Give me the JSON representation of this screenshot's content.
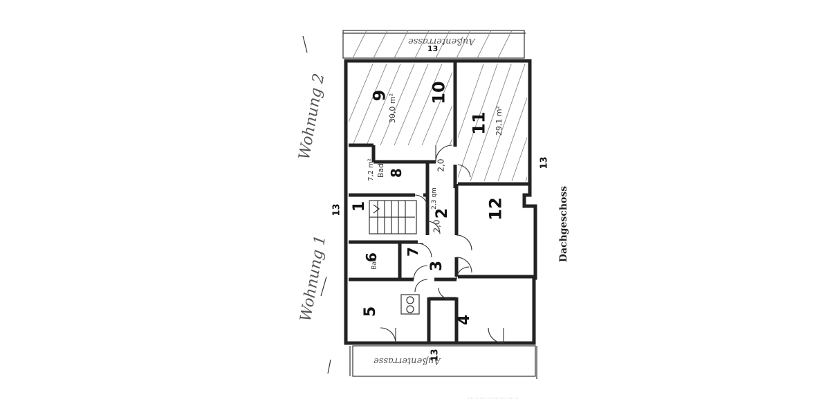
{
  "plan": {
    "title": "Dachgeschoss",
    "unit_labels": [
      "Wohnung 1",
      "Wohnung 2"
    ],
    "terraces": {
      "top": "Außenterrasse",
      "bottom": "Außenterrasse",
      "number": "13"
    },
    "outer_number": "13",
    "rooms": {
      "r1": "1",
      "r2": "2",
      "r3": "3",
      "r4": "4",
      "r5": "5",
      "r6": "6",
      "r7": "7",
      "r8": "8",
      "r9": "9",
      "r10": "10",
      "r11": "11",
      "r12": "12"
    },
    "room_names": {
      "bad_8": "Bad",
      "bad_6": "Bad"
    },
    "areas": {
      "room_9": "30,0 m²",
      "room_11": "29,1 m²",
      "room_8": "7,2 m²",
      "room_2": "2,3 qm"
    },
    "dimensions": {
      "d1": "2,0",
      "d2": "2,0"
    },
    "footer_note": "···· ·· ···· ··· ··· ···· ···· ··"
  }
}
